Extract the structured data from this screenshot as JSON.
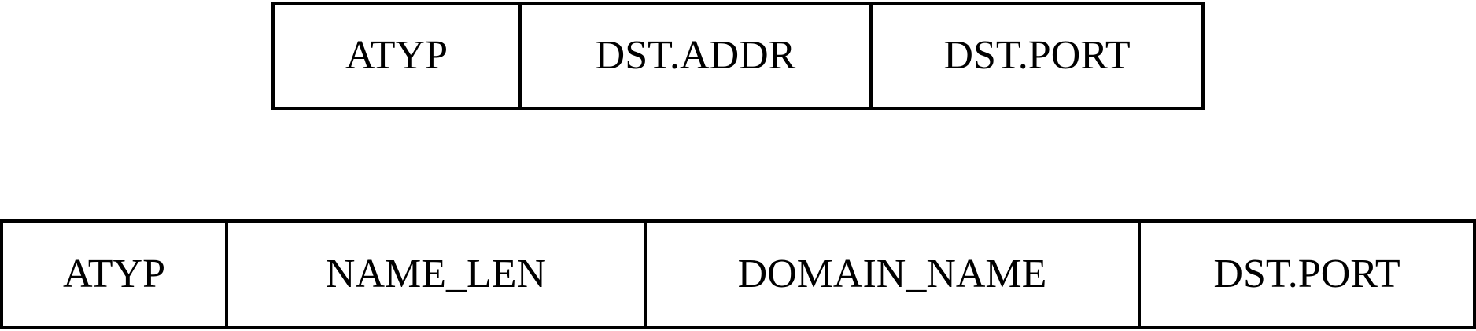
{
  "diagram": {
    "rows": [
      {
        "fields": [
          "ATYP",
          "DST.ADDR",
          "DST.PORT"
        ]
      },
      {
        "fields": [
          "ATYP",
          "NAME_LEN",
          "DOMAIN_NAME",
          "DST.PORT"
        ]
      }
    ]
  }
}
